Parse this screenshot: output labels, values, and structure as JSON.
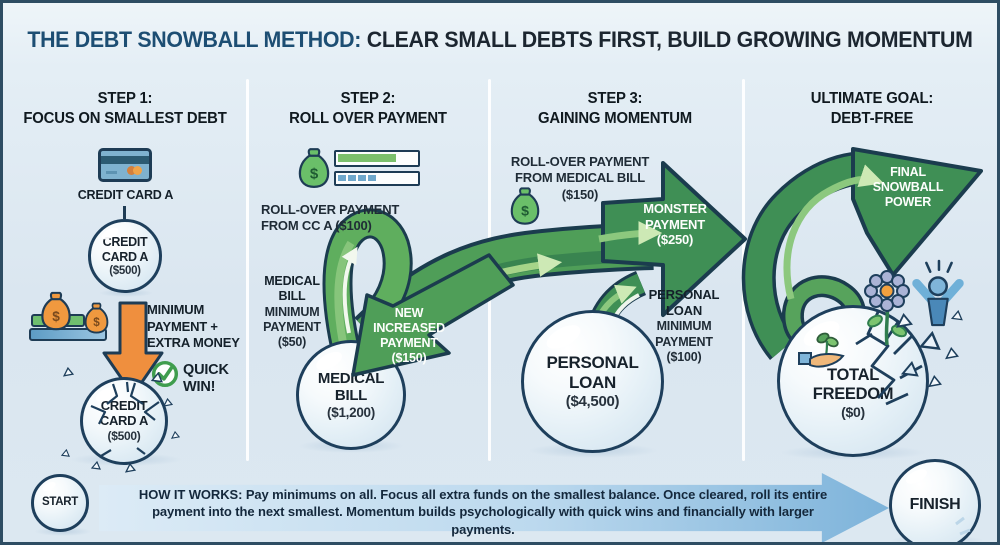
{
  "title": {
    "part1": "THE DEBT SNOWBALL METHOD:",
    "part2": " CLEAR SMALL DEBTS FIRST, BUILD GROWING MOMENTUM"
  },
  "step1": {
    "heading1": "STEP 1:",
    "heading2": "FOCUS ON SMALLEST DEBT",
    "card_label": "CREDIT CARD A",
    "ball_name": [
      "CREDIT",
      "CARD A"
    ],
    "ball_amount": "($500)",
    "min_note": [
      "MINIMUM",
      "PAYMENT +",
      "EXTRA MONEY"
    ],
    "quick_win": [
      "QUICK",
      "WIN!"
    ],
    "crushed_name": [
      "CREDIT",
      "CARD A"
    ],
    "crushed_amount": "($500)",
    "bag_symbol": "$"
  },
  "step2": {
    "heading1": "STEP 2:",
    "heading2": "ROLL OVER PAYMENT",
    "rollover": [
      "ROLL-OVER PAYMENT",
      "FROM CC A ($100)"
    ],
    "min_note": [
      "MEDICAL",
      "BILL",
      "MINIMUM",
      "PAYMENT",
      "($50)"
    ],
    "new_payment": [
      "NEW",
      "INCREASED",
      "PAYMENT",
      "($150)"
    ],
    "ball_name": [
      "MEDICAL",
      "BILL"
    ],
    "ball_amount": "($1,200)",
    "bag_symbol": "$"
  },
  "step3": {
    "heading1": "STEP 3:",
    "heading2": "GAINING MOMENTUM",
    "rollover": [
      "ROLL-OVER PAYMENT",
      "FROM MEDICAL BILL ($150)"
    ],
    "monster": [
      "MONSTER",
      "PAYMENT",
      "($250)"
    ],
    "min_note": [
      "PERSONAL LOAN",
      "MINIMUM",
      "PAYMENT",
      "($100)"
    ],
    "ball_name": [
      "PERSONAL",
      "LOAN"
    ],
    "ball_amount": "($4,500)",
    "bag_symbol": "$"
  },
  "goal": {
    "heading1": "ULTIMATE GOAL:",
    "heading2": "DEBT-FREE",
    "final_power": [
      "FINAL",
      "SNOWBALL",
      "POWER"
    ],
    "ball_name": [
      "TOTAL",
      "FREEDOM"
    ],
    "ball_amount": "($0)"
  },
  "footer": {
    "start": "START",
    "finish": "FINISH",
    "how_lead": "HOW IT WORKS:",
    "how_text": " Pay minimums on all. Focus all extra funds on the smallest balance. Once cleared, roll its entire payment into the next smallest. Momentum builds psychologically with quick wins and financially with larger payments."
  },
  "colors": {
    "navy_outline": "#1b3c4e",
    "title_blue": "#1d4e73",
    "green_mid": "#4f9e58",
    "green_dark": "#2e7b4c",
    "green_light": "#a6d489",
    "orange": "#ef8f3e",
    "banner_blue": "#7db3da",
    "background": "#dde8f1"
  }
}
